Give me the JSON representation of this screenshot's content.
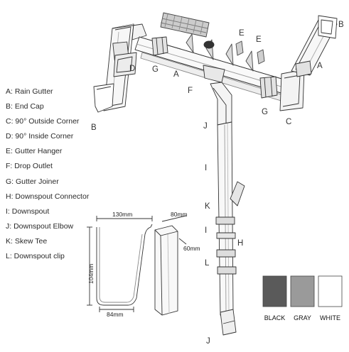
{
  "legend": [
    "A: Rain Gutter",
    "B: End Cap",
    "C: 90° Outside Corner",
    "D: 90° Inside Corner",
    "E: Gutter Hanger",
    "F: Drop Outlet",
    "G: Gutter Joiner",
    "H: Downspout Connector",
    "I: Downspout",
    "J: Downspout Elbow",
    "K: Skew Tee",
    "L: Downspout clip"
  ],
  "part_labels": {
    "a1": "A",
    "a2": "A",
    "b1": "B",
    "b2": "B",
    "c": "C",
    "d": "D",
    "e1": "E",
    "e2": "E",
    "f": "F",
    "g1": "G",
    "g2": "G",
    "h": "H",
    "i1": "I",
    "i2": "I",
    "j1": "J",
    "j2": "J",
    "k": "K",
    "l": "L"
  },
  "dimensions": {
    "gutter_width": "130mm",
    "gutter_height": "104mm",
    "gutter_base": "84mm",
    "downspout_width": "80mm",
    "downspout_depth": "60mm"
  },
  "colors": [
    {
      "label": "BLACK",
      "hex": "#5a5a5a"
    },
    {
      "label": "GRAY",
      "hex": "#9a9a9a"
    },
    {
      "label": "WHITE",
      "hex": "#ffffff"
    }
  ]
}
